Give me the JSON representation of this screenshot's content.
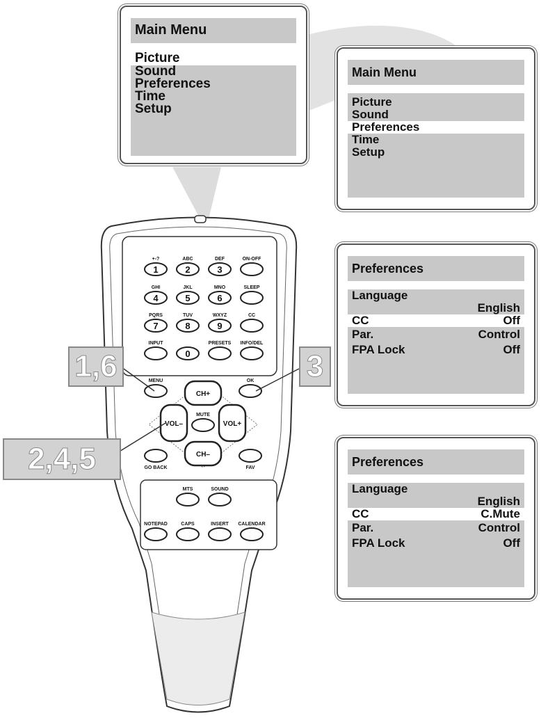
{
  "screens": {
    "main_menu_1": {
      "title": "Main Menu",
      "items": [
        "Picture",
        "Sound",
        "Preferences",
        "Time",
        "Setup"
      ],
      "selected_index": 0
    },
    "main_menu_2": {
      "title": "Main Menu",
      "items": [
        "Picture",
        "Sound",
        "Preferences",
        "Time",
        "Setup"
      ],
      "selected_index": 2
    },
    "preferences_1": {
      "title": "Preferences",
      "rows": [
        {
          "label": "Language",
          "value": "English"
        },
        {
          "label": "CC",
          "value": "Off"
        },
        {
          "label": "Par.",
          "value": "Control"
        },
        {
          "label": "FPA Lock",
          "value": "Off"
        }
      ],
      "selected_index": 1
    },
    "preferences_2": {
      "title": "Preferences",
      "rows": [
        {
          "label": "Language",
          "value": "English"
        },
        {
          "label": "CC",
          "value": "C.Mute"
        },
        {
          "label": "Par.",
          "value": "Control"
        },
        {
          "label": "FPA Lock",
          "value": "Off"
        }
      ],
      "selected_index": 1
    }
  },
  "callouts": {
    "left_top": "1,6",
    "right": "3",
    "left_bottom": "2,4,5"
  },
  "remote": {
    "keypad": [
      {
        "label": "+-?",
        "num": "1"
      },
      {
        "label": "ABC",
        "num": "2"
      },
      {
        "label": "DEF",
        "num": "3"
      },
      {
        "label": "ON-OFF",
        "num": ""
      },
      {
        "label": "GHI",
        "num": "4"
      },
      {
        "label": "JKL",
        "num": "5"
      },
      {
        "label": "MNO",
        "num": "6"
      },
      {
        "label": "SLEEP",
        "num": ""
      },
      {
        "label": "PQRS",
        "num": "7"
      },
      {
        "label": "TUV",
        "num": "8"
      },
      {
        "label": "WXYZ",
        "num": "9"
      },
      {
        "label": "CC",
        "num": ""
      },
      {
        "label": "INPUT",
        "num": ""
      },
      {
        "label": "",
        "num": "0"
      },
      {
        "label": "PRESETS",
        "num": ""
      },
      {
        "label": "INFO/DEL",
        "num": ""
      }
    ],
    "menu_label": "MENU",
    "ok_label": "OK",
    "ch_up": "CH+",
    "ch_down": "CH–",
    "vol_down": "VOL–",
    "vol_up": "VOL+",
    "mute": "MUTE",
    "go_back": "GO BACK",
    "fav": "FAV",
    "mts": "MTS",
    "sound": "SOUND",
    "notepad": "NOTEPAD",
    "caps": "CAPS",
    "insert": "INSERT",
    "calendar": "CALENDAR"
  },
  "colors": {
    "menu_fill": "#c8c8c8",
    "callout_fill": "#d2d2d2",
    "beam_fill": "#dcdcdc"
  }
}
